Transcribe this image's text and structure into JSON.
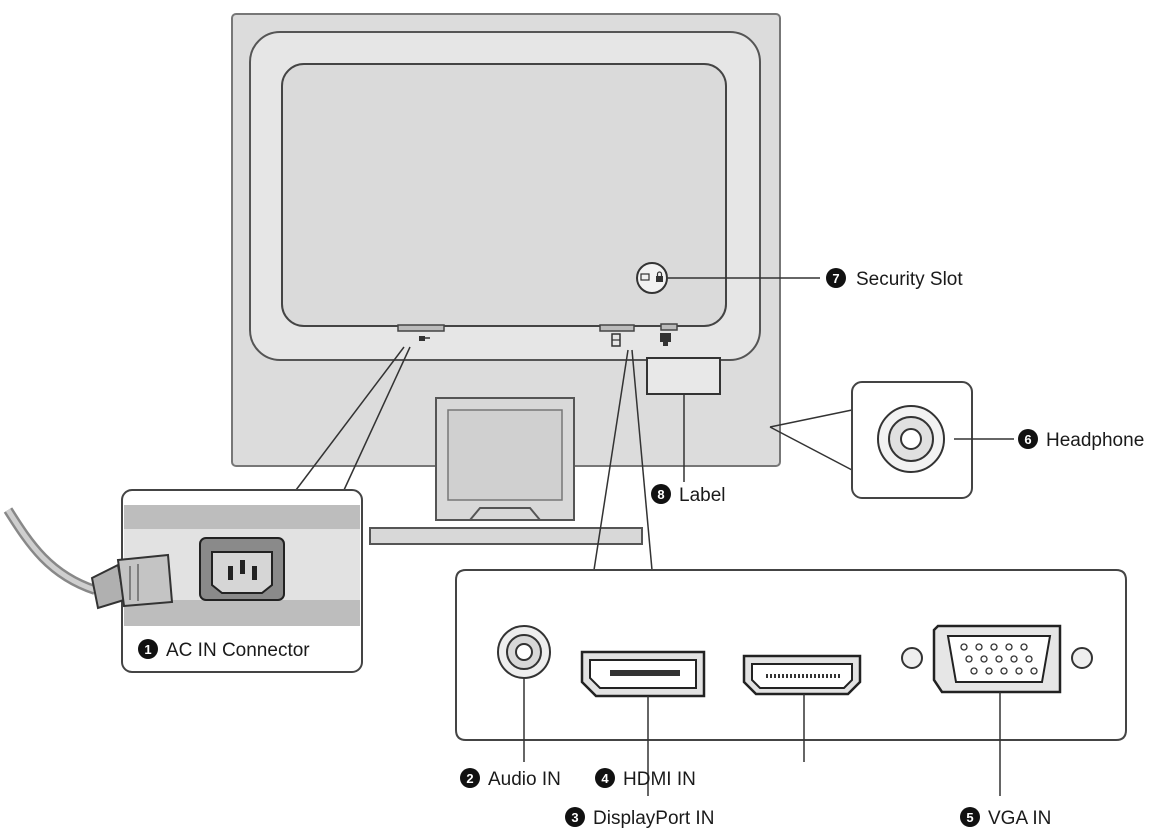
{
  "colors": {
    "panel_fill": "#dcdcdc",
    "panel_stroke": "#555555",
    "line": "#333333",
    "badge": "#111111"
  },
  "callouts": {
    "ac_in": {
      "number": "1",
      "label": "AC IN Connector"
    },
    "audio_in": {
      "number": "2",
      "label": "Audio IN"
    },
    "displayport_in": {
      "number": "3",
      "label": "DisplayPort IN"
    },
    "hdmi_in": {
      "number": "4",
      "label": "HDMI IN"
    },
    "vga_in": {
      "number": "5",
      "label": "VGA IN"
    },
    "headphone": {
      "number": "6",
      "label": "Headphone"
    },
    "security_slot": {
      "number": "7",
      "label": "Security Slot"
    },
    "label": {
      "number": "8",
      "label": "Label"
    }
  },
  "icons": {
    "power": "power-connector-icon",
    "lock": "lock-icon",
    "network": "network-port-icon"
  }
}
